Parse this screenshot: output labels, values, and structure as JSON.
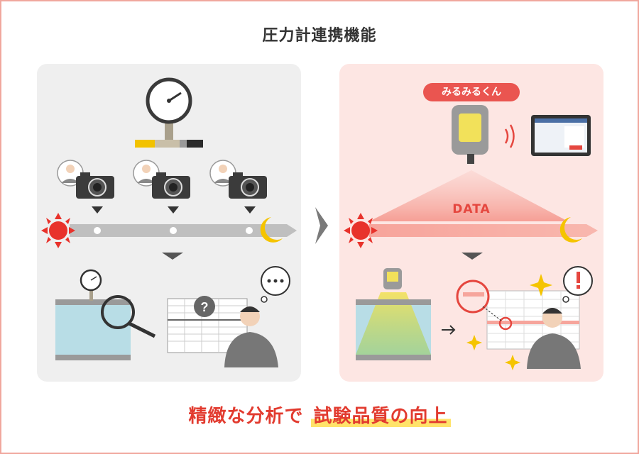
{
  "title": "圧力計連携機能",
  "product_badge": "みるみるくん",
  "data_label": "DATA",
  "conclusion": {
    "part1": "精緻な分析で",
    "part2": "試験品質の向上"
  },
  "colors": {
    "accent": "#ea5550",
    "highlight": "#ffe36a",
    "left_panel_bg": "#efefef",
    "right_panel_bg": "#fde6e3"
  },
  "icons": [
    "pressure-gauge-icon",
    "camera-icon",
    "person-icon",
    "sun-icon",
    "moon-icon",
    "magnifier-icon",
    "question-icon",
    "thought-bubble-icon",
    "sensor-device-icon",
    "tablet-icon",
    "wave-signal-icon",
    "exclamation-icon",
    "sparkle-icon"
  ]
}
